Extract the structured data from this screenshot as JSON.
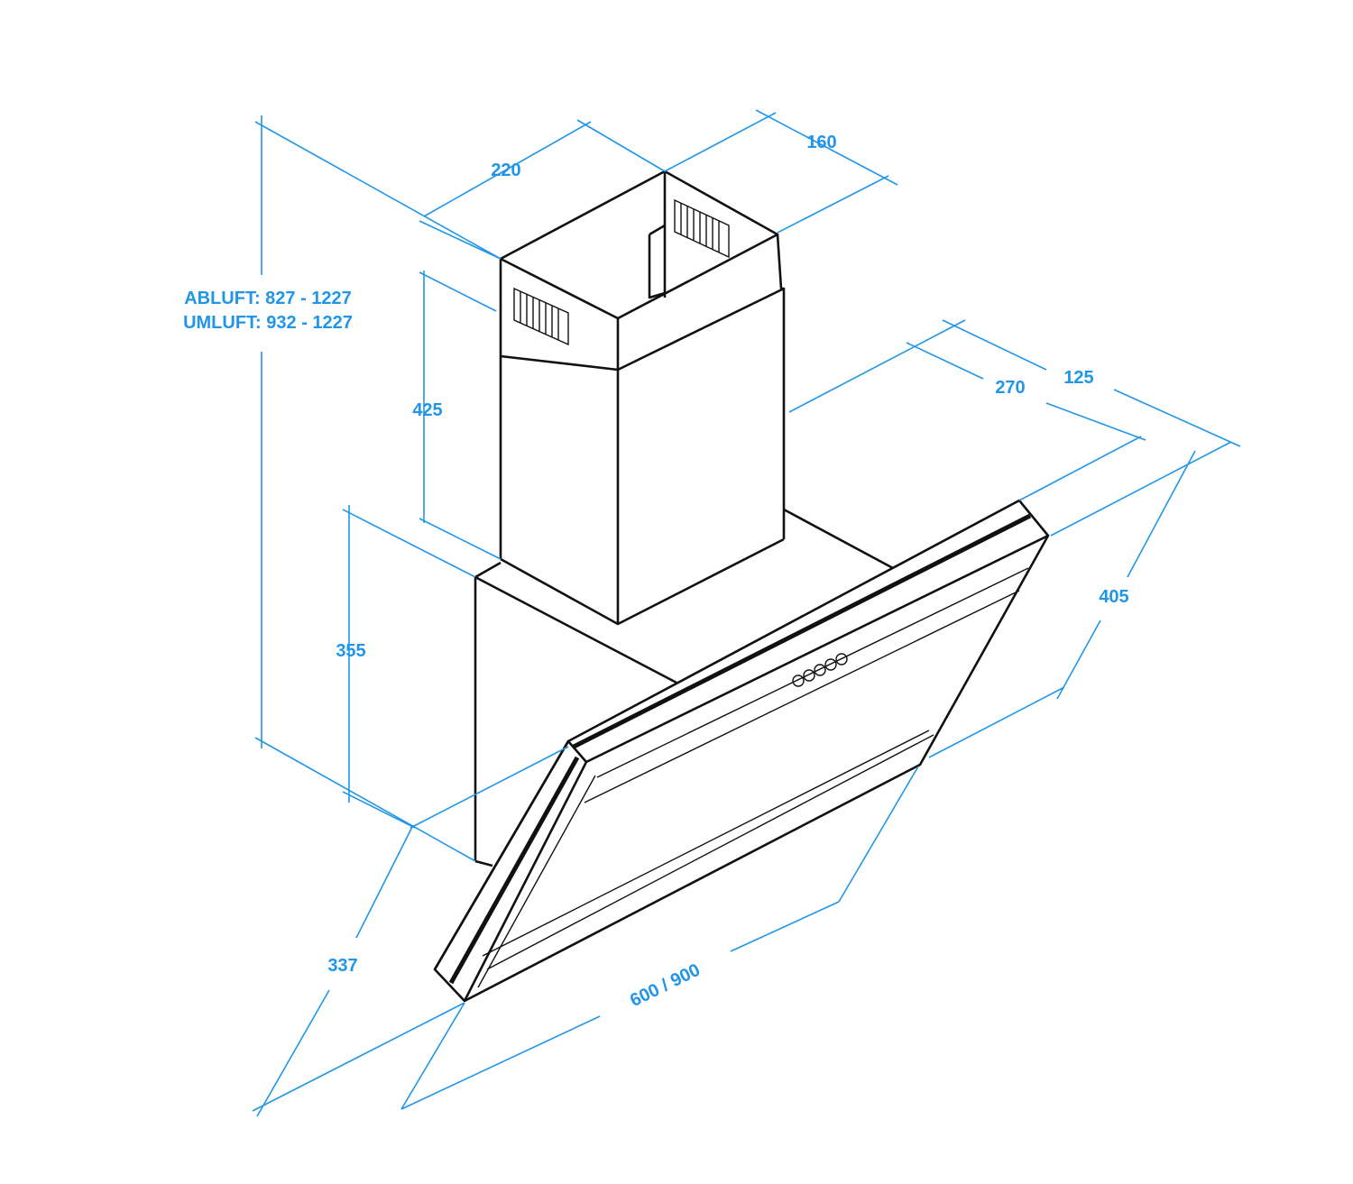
{
  "dimensions": {
    "chimney_width": "220",
    "chimney_depth": "160",
    "height_abluft": "ABLUFT: 827 - 1227",
    "height_umluft": "UMLUFT: 932 - 1227",
    "chimney_height": "425",
    "body_height": "355",
    "body_depth": "270",
    "top_offset": "125",
    "total_depth": "405",
    "panel_height": "337",
    "width": "600 / 900"
  },
  "colors": {
    "dimension_lines": "#2196e8",
    "outline": "#111111"
  }
}
